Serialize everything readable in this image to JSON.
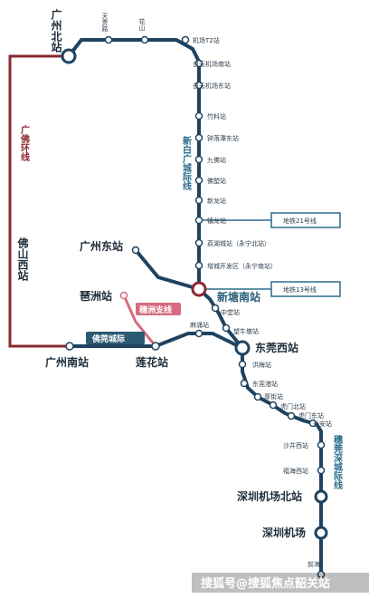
{
  "colors": {
    "xinbai_line": "#1e4360",
    "ring_line": "#8b2730",
    "fushan_line": "#1e4360",
    "guanhui_line": "#1e4360",
    "suizhou_line": "#d76c80",
    "foguan_label_bg": "#2b5a73",
    "suizhou_label_bg": "#d76c80",
    "line_label_text": "#2b6c8e"
  },
  "lines": {
    "xinbai": "新白广城际线",
    "guangfo_ring": "广佛环线",
    "foguan": "佛莞城际",
    "suizhou": "穗洲支线",
    "guanhui": "穗莞深城际线"
  },
  "major_stations": {
    "guangzhou_north": "广州北站",
    "foshan_west": "佛山西站",
    "guangzhou_south": "广州南站",
    "guangzhou_east": "广州东站",
    "suizhou": "琶洲站",
    "lianhua": "莲花站",
    "xintang_south": "新塘南站",
    "dongguan_west": "东莞西站",
    "shenzhen_airport_north": "深圳机场北站",
    "shenzhen_airport": "深圳机场"
  },
  "stations": {
    "tianguilu": "天贵路",
    "huashan": "花山",
    "t2": "机场T2站",
    "baiyun_airport_south": "白云机场南站",
    "baiyun_airport_east": "白云机场东站",
    "zhuliao": "竹料站",
    "zhongluotan_east": "钟落潭东站",
    "jiufo": "九佛站",
    "fosuo": "佛塱站",
    "xinlong": "新龙站",
    "zhenlong": "镇龙站",
    "lixi": "荔湖城站（永宁北站）",
    "zengcheng_kaifaqu": "增城开发区（永宁南站）",
    "zhongtang": "中堂站",
    "wangniudun": "望牛墩站",
    "machong": "麻涌站",
    "hongmei": "洪梅站",
    "dongguangang": "东莞港站",
    "houjie": "厚街站",
    "humen_north": "虎门北站",
    "humen_east": "虎门东站",
    "changan": "长安站",
    "shajing_west": "沙井西站",
    "fuhai_west": "福海西站",
    "qianhai": "前海"
  },
  "callouts": {
    "metro21": "地铁21号线",
    "metro13": "地铁13号线"
  },
  "watermark": "搜狐号@搜狐焦点韶关站"
}
